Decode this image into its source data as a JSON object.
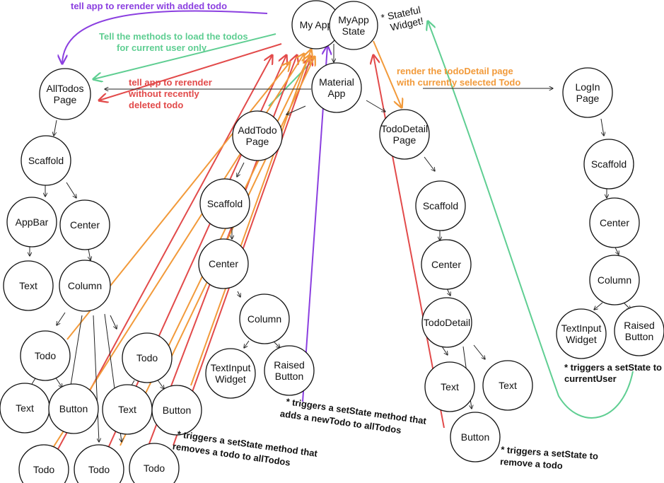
{
  "colors": {
    "purple": "#8b3fe0",
    "green": "#5fce92",
    "red": "#e24a4a",
    "orange": "#f29a3a",
    "black": "#111111"
  },
  "nodes": {
    "my_app": [
      "My App"
    ],
    "myapp_state": [
      "MyApp",
      "State"
    ],
    "material_app": [
      "Material",
      "App"
    ],
    "alltodos_page": [
      "AllTodos",
      "Page"
    ],
    "addtodo_page": [
      "AddTodo",
      "Page"
    ],
    "tododetail_page": [
      "TodoDetail",
      "Page"
    ],
    "login_page": [
      "LogIn",
      "Page"
    ],
    "scaffold_all": [
      "Scaffold"
    ],
    "appbar": [
      "AppBar"
    ],
    "center_all": [
      "Center"
    ],
    "text_appbar": [
      "Text"
    ],
    "column_all": [
      "Column"
    ],
    "todo_a": [
      "Todo"
    ],
    "todo_b": [
      "Todo"
    ],
    "text_a": [
      "Text"
    ],
    "button_a": [
      "Button"
    ],
    "text_b": [
      "Text"
    ],
    "button_b": [
      "Button"
    ],
    "todo_c": [
      "Todo"
    ],
    "todo_d": [
      "Todo"
    ],
    "todo_e": [
      "Todo"
    ],
    "scaffold_add": [
      "Scaffold"
    ],
    "center_add": [
      "Center"
    ],
    "column_add": [
      "Column"
    ],
    "textinput_add": [
      "TextInput",
      "Widget"
    ],
    "raised_add": [
      "Raised",
      "Button"
    ],
    "scaffold_detail": [
      "Scaffold"
    ],
    "center_detail": [
      "Center"
    ],
    "tododetail": [
      "TodoDetail"
    ],
    "text_detail_a": [
      "Text"
    ],
    "text_detail_b": [
      "Text"
    ],
    "button_detail": [
      "Button"
    ],
    "scaffold_login": [
      "Scaffold"
    ],
    "center_login": [
      "Center"
    ],
    "column_login": [
      "Column"
    ],
    "textinput_login": [
      "TextInput",
      "Widget"
    ],
    "raised_login": [
      "Raised",
      "Button"
    ]
  },
  "annotations": {
    "rerender_added": "tell app to rerender with added todo",
    "load_todos_1": "Tell the methods to load the todos",
    "load_todos_2": "for current user only",
    "rerender_deleted_1": "tell app to rerender",
    "rerender_deleted_2": "without recently",
    "rerender_deleted_3": "deleted todo",
    "render_detail_1": "render the todoDetail page",
    "render_detail_2": "with currently selected Todo",
    "stateful_1": "* Stateful",
    "stateful_2": "Widget!",
    "setstate_user_1": "* triggers a setState to",
    "setstate_user_2": "currentUser",
    "setstate_add_1": "* triggers a setState method that",
    "setstate_add_2": "adds a newTodo to allTodos",
    "setstate_remove_1": "* triggers a setState method that",
    "setstate_remove_2": "removes a todo to allTodos",
    "setstate_detail_1": "* triggers a setState to",
    "setstate_detail_2": "remove a todo"
  }
}
